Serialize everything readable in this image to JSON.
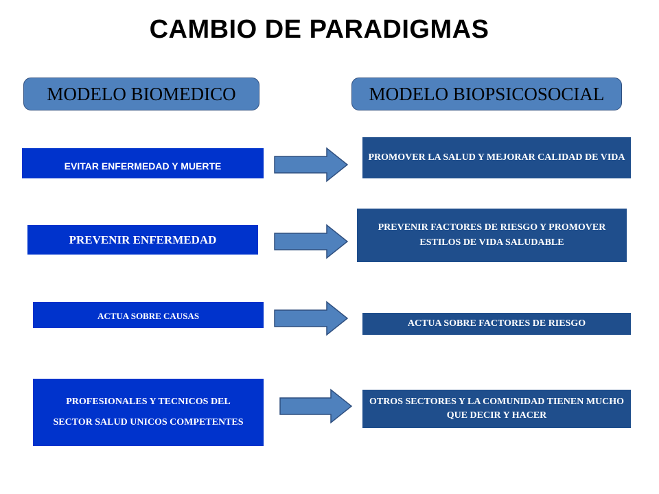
{
  "title": "CAMBIO DE PARADIGMAS",
  "headers": {
    "left": "MODELO BIOMEDICO",
    "right": "MODELO BIOPSICOSOCIAL"
  },
  "rows": [
    {
      "left": "EVITAR ENFERMEDAD Y MUERTE",
      "right": "PROMOVER LA SALUD Y MEJORAR CALIDAD DE VIDA"
    },
    {
      "left": "PREVENIR ENFERMEDAD",
      "right": "PREVENIR FACTORES DE RIESGO Y PROMOVER ESTILOS DE VIDA SALUDABLE"
    },
    {
      "left": "ACTUA SOBRE CAUSAS",
      "right": "ACTUA SOBRE FACTORES DE RIESGO"
    },
    {
      "left": "PROFESIONALES Y TECNICOS DEL SECTOR SALUD UNICOS COMPETENTES",
      "right": "OTROS SECTORES Y LA COMUNIDAD TIENEN MUCHO QUE DECIR Y HACER"
    }
  ],
  "colors": {
    "header_fill": "#4f81bd",
    "left_box": "#0033cc",
    "right_box": "#1f4e8c",
    "arrow_fill": "#4f81bd"
  }
}
